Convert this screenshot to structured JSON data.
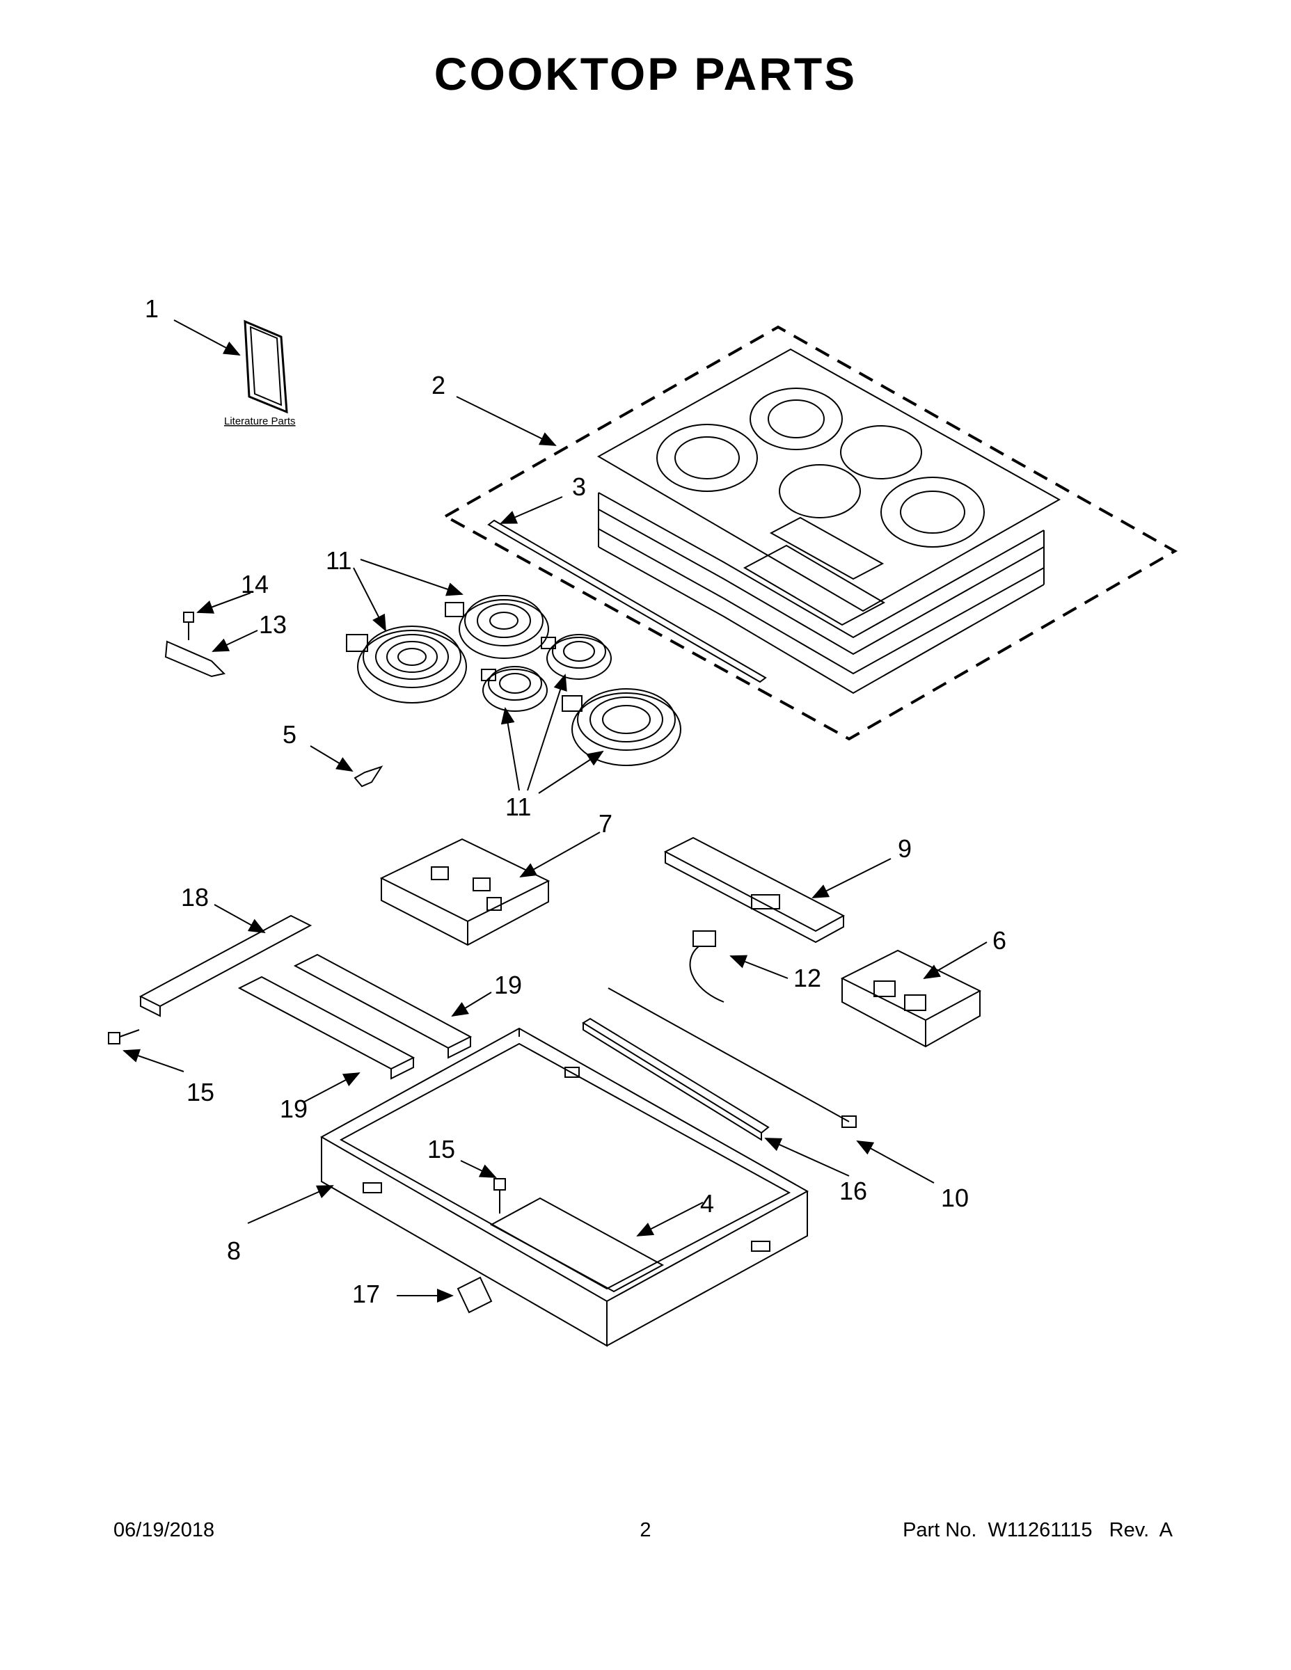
{
  "title": "COOKTOP PARTS",
  "literature_label": "Literature Parts",
  "callouts": {
    "c1": "1",
    "c2": "2",
    "c3": "3",
    "c4": "4",
    "c5": "5",
    "c6": "6",
    "c7": "7",
    "c8": "8",
    "c9": "9",
    "c10": "10",
    "c11": "11",
    "c12": "12",
    "c13": "13",
    "c14": "14",
    "c15": "15",
    "c16": "16",
    "c17": "17",
    "c18": "18",
    "c19": "19"
  },
  "footer": {
    "date": "06/19/2018",
    "page": "2",
    "part": "Part No.  W11261115   Rev.  A"
  }
}
